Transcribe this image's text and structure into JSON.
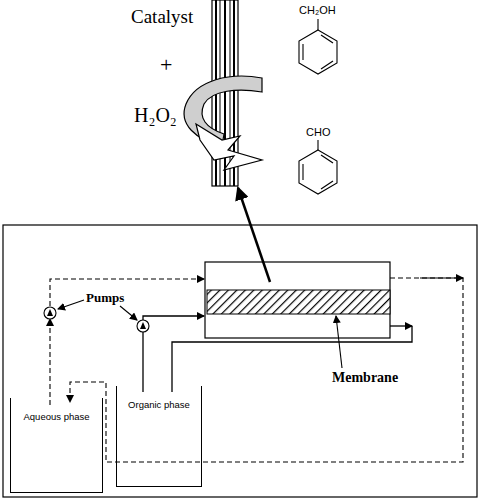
{
  "diagram": {
    "nodes": [
      {
        "text": [
          "Aqueous phase"
        ]
      },
      {
        "text": [
          "Organic phase"
        ]
      }
    ],
    "labels": [
      "Catalyst",
      "+",
      "H₂O₂",
      "CH₂OH",
      "CHO",
      "Pumps",
      "Membrane"
    ]
  }
}
